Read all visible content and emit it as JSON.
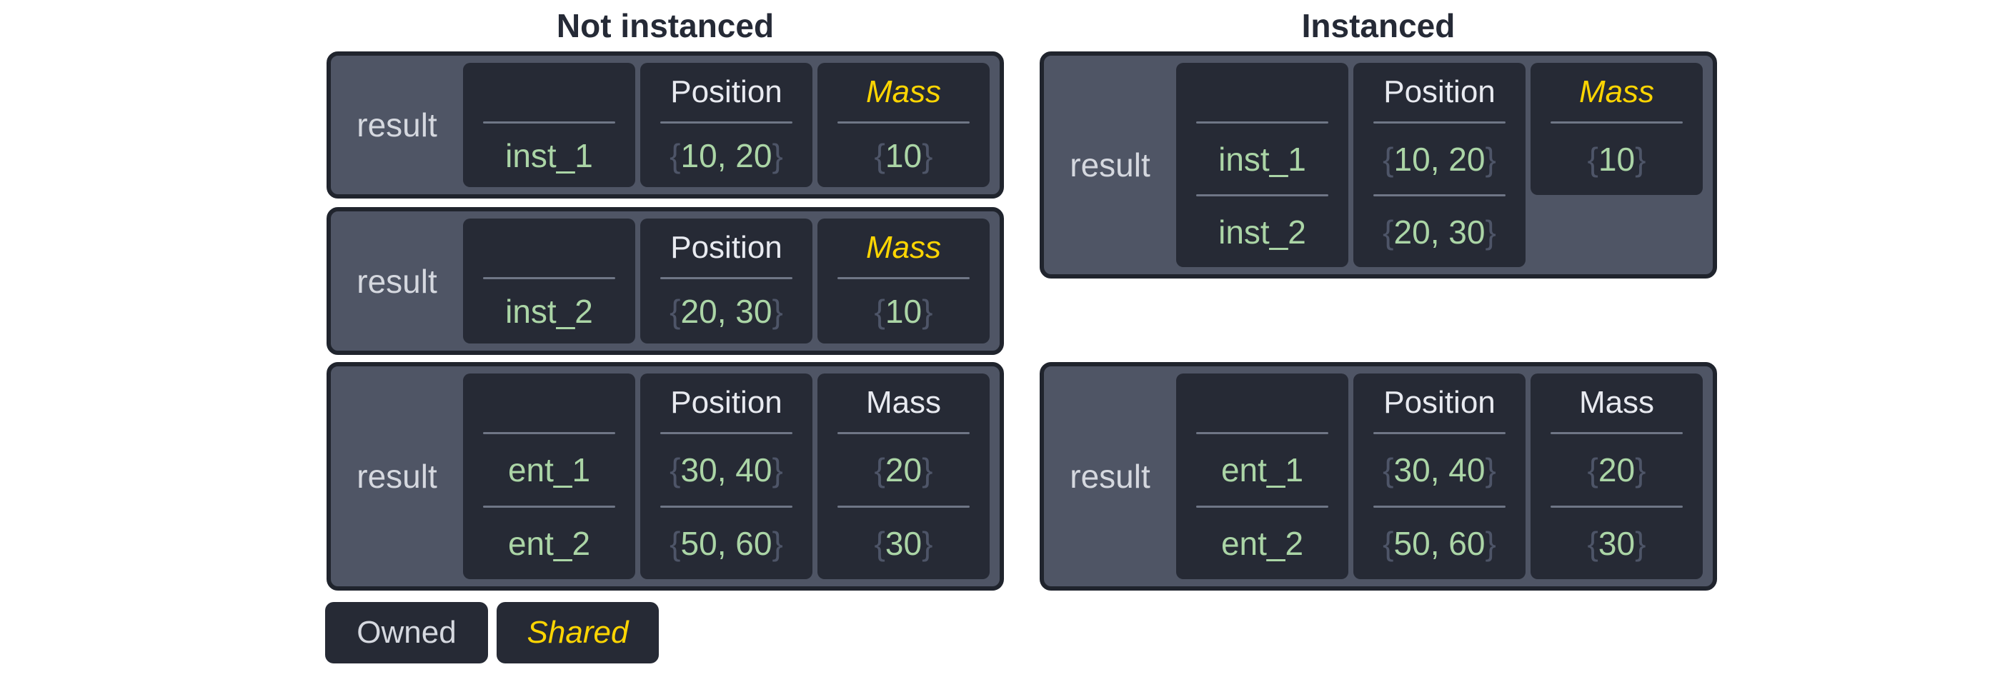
{
  "titles": {
    "not_instanced": "Not instanced",
    "instanced": "Instanced"
  },
  "punct": {
    "open_brace": "{",
    "close_brace": "}"
  },
  "legend": {
    "owned": "Owned",
    "shared": "Shared"
  },
  "colors": {
    "canvas_bg": "#ffffff",
    "box_bg": "#4f5565",
    "box_border": "#20242d",
    "column_bg": "#262a35",
    "header_text": "#e8eaf0",
    "shared_yellow": "#fdd502",
    "value_green": "#abd5a6",
    "brace_gray": "#4e5568",
    "result_text": "#d5d8df",
    "divider_gray": "#6f7686",
    "title_text": "#252a36"
  },
  "boxes": {
    "not_instanced_1": {
      "result_label": "result",
      "names": {
        "header": "",
        "rows": [
          "inst_1"
        ]
      },
      "position": {
        "header": "Position",
        "rows": [
          "10, 20"
        ]
      },
      "mass": {
        "header": "Mass",
        "shared": true,
        "rows": [
          "10"
        ]
      }
    },
    "not_instanced_2": {
      "result_label": "result",
      "names": {
        "header": "",
        "rows": [
          "inst_2"
        ]
      },
      "position": {
        "header": "Position",
        "rows": [
          "20, 30"
        ]
      },
      "mass": {
        "header": "Mass",
        "shared": true,
        "rows": [
          "10"
        ]
      }
    },
    "not_instanced_3": {
      "result_label": "result",
      "names": {
        "header": "",
        "rows": [
          "ent_1",
          "ent_2"
        ]
      },
      "position": {
        "header": "Position",
        "rows": [
          "30, 40",
          "50, 60"
        ]
      },
      "mass": {
        "header": "Mass",
        "shared": false,
        "rows": [
          "20",
          "30"
        ]
      }
    },
    "instanced_1": {
      "result_label": "result",
      "names": {
        "header": "",
        "rows": [
          "inst_1",
          "inst_2"
        ]
      },
      "position": {
        "header": "Position",
        "rows": [
          "10, 20",
          "20, 30"
        ]
      },
      "mass": {
        "header": "Mass",
        "shared": true,
        "rows": [
          "10"
        ]
      }
    },
    "instanced_2": {
      "result_label": "result",
      "names": {
        "header": "",
        "rows": [
          "ent_1",
          "ent_2"
        ]
      },
      "position": {
        "header": "Position",
        "rows": [
          "30, 40",
          "50, 60"
        ]
      },
      "mass": {
        "header": "Mass",
        "shared": false,
        "rows": [
          "20",
          "30"
        ]
      }
    }
  }
}
